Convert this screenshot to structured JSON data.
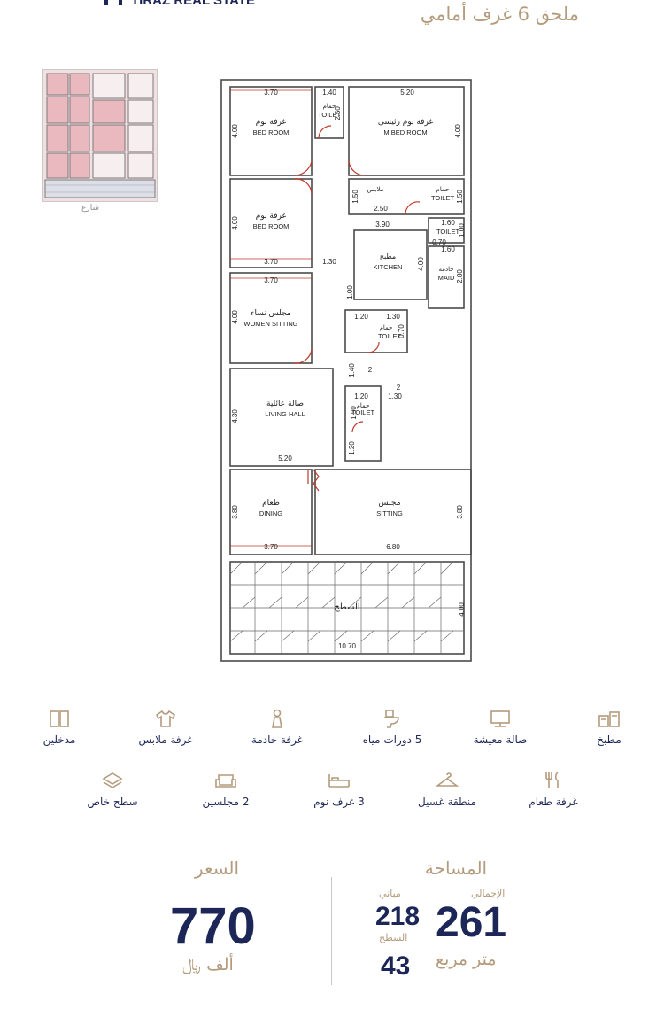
{
  "header": {
    "brand": "TIRAZ REAL STATE",
    "title": "ملحق 6 غرف أمامي"
  },
  "site_plan": {
    "caption": "شارع"
  },
  "floor_plan": {
    "rooms": {
      "bed1_ar": "غرفة نوم",
      "bed1_en": "BED ROOM",
      "toilet1_ar": "حمام",
      "toilet1_en": "TOILET",
      "mbed_ar": "غرفة نوم رئيسى",
      "mbed_en": "M.BED ROOM",
      "bed2_ar": "غرفة نوم",
      "bed2_en": "BED ROOM",
      "dress_ar": "ملابس",
      "toilet2_ar": "حمام",
      "toilet2_en": "TOILET",
      "toilet3_en": "TOILET",
      "kitchen_ar": "مطبخ",
      "kitchen_en": "KITCHEN",
      "maid_ar": "خادمة",
      "maid_en": "MAID",
      "women_ar": "مجلس نساء",
      "women_en": "WOMEN SITTING",
      "toilet4_ar": "حمام",
      "toilet4_en": "TOILET",
      "living_ar": "صالة عائلية",
      "living_en": "LIVING HALL",
      "toilet5_ar": "حمام",
      "toilet5_en": "TOILET",
      "dining_ar": "طعام",
      "dining_en": "DINING",
      "sitting_ar": "مجلس",
      "sitting_en": "SITTING",
      "roof_ar": "السطح"
    },
    "dims": {
      "d370a": "3.70",
      "d140": "1.40",
      "d520a": "5.20",
      "d400a": "4.00",
      "d250v": "2.50",
      "d400b": "4.00",
      "d150a": "1.50",
      "d250": "2.50",
      "d150b": "1.50",
      "d400c": "4.00",
      "d390": "3.90",
      "d160a": "1.60",
      "d100a": "1.00",
      "d160b": "1.60",
      "d070": "0.70",
      "d280": "2.80",
      "d370b": "3.70",
      "d130": "1.30",
      "d400d": "4.00",
      "d100b": "1.00",
      "d370c": "3.70",
      "d400e": "4.00",
      "d120a": "1.20",
      "d130b": "1.30",
      "d070b": "0.70",
      "d140b": "1.40",
      "stair1": "2",
      "stair2": "2",
      "d430": "4.30",
      "d120b": "1.20",
      "d130c": "1.30",
      "d150c": "1.50",
      "d120c": "1.20",
      "d520b": "5.20",
      "d380a": "3.80",
      "d370d": "3.70",
      "d680": "6.80",
      "d380b": "3.80",
      "d400f": "4.00",
      "d1070": "10.70"
    }
  },
  "features": [
    {
      "icon": "kitchen-icon",
      "label": "مطبخ"
    },
    {
      "icon": "living-icon",
      "label": "صالة معيشة"
    },
    {
      "icon": "toilet-icon",
      "label": "5 دورات مياه"
    },
    {
      "icon": "maid-icon",
      "label": "غرفة خادمة"
    },
    {
      "icon": "hanger-shirt-icon",
      "label": "غرفة ملابس"
    },
    {
      "icon": "entrances-icon",
      "label": "مدخلين"
    },
    {
      "icon": "dining-icon",
      "label": "غرفة طعام"
    },
    {
      "icon": "laundry-icon",
      "label": "منطقة غسيل"
    },
    {
      "icon": "bed-icon",
      "label": "3 غرف نوم"
    },
    {
      "icon": "sofa-icon",
      "label": "2 مجلسين"
    },
    {
      "icon": "roof-icon",
      "label": "سطح خاص"
    }
  ],
  "area": {
    "title": "المساحة",
    "total_label": "الإجمالي",
    "total_value": "261",
    "buildings_label": "مباني",
    "buildings_value": "218",
    "roof_label": "السطح",
    "roof_value": "43",
    "unit": "متر مربع"
  },
  "price": {
    "title": "السعر",
    "value": "770",
    "unit": "ألف ﷼"
  },
  "colors": {
    "navy": "#1d2757",
    "gold": "#b49b7c",
    "door": "#c0392b"
  }
}
